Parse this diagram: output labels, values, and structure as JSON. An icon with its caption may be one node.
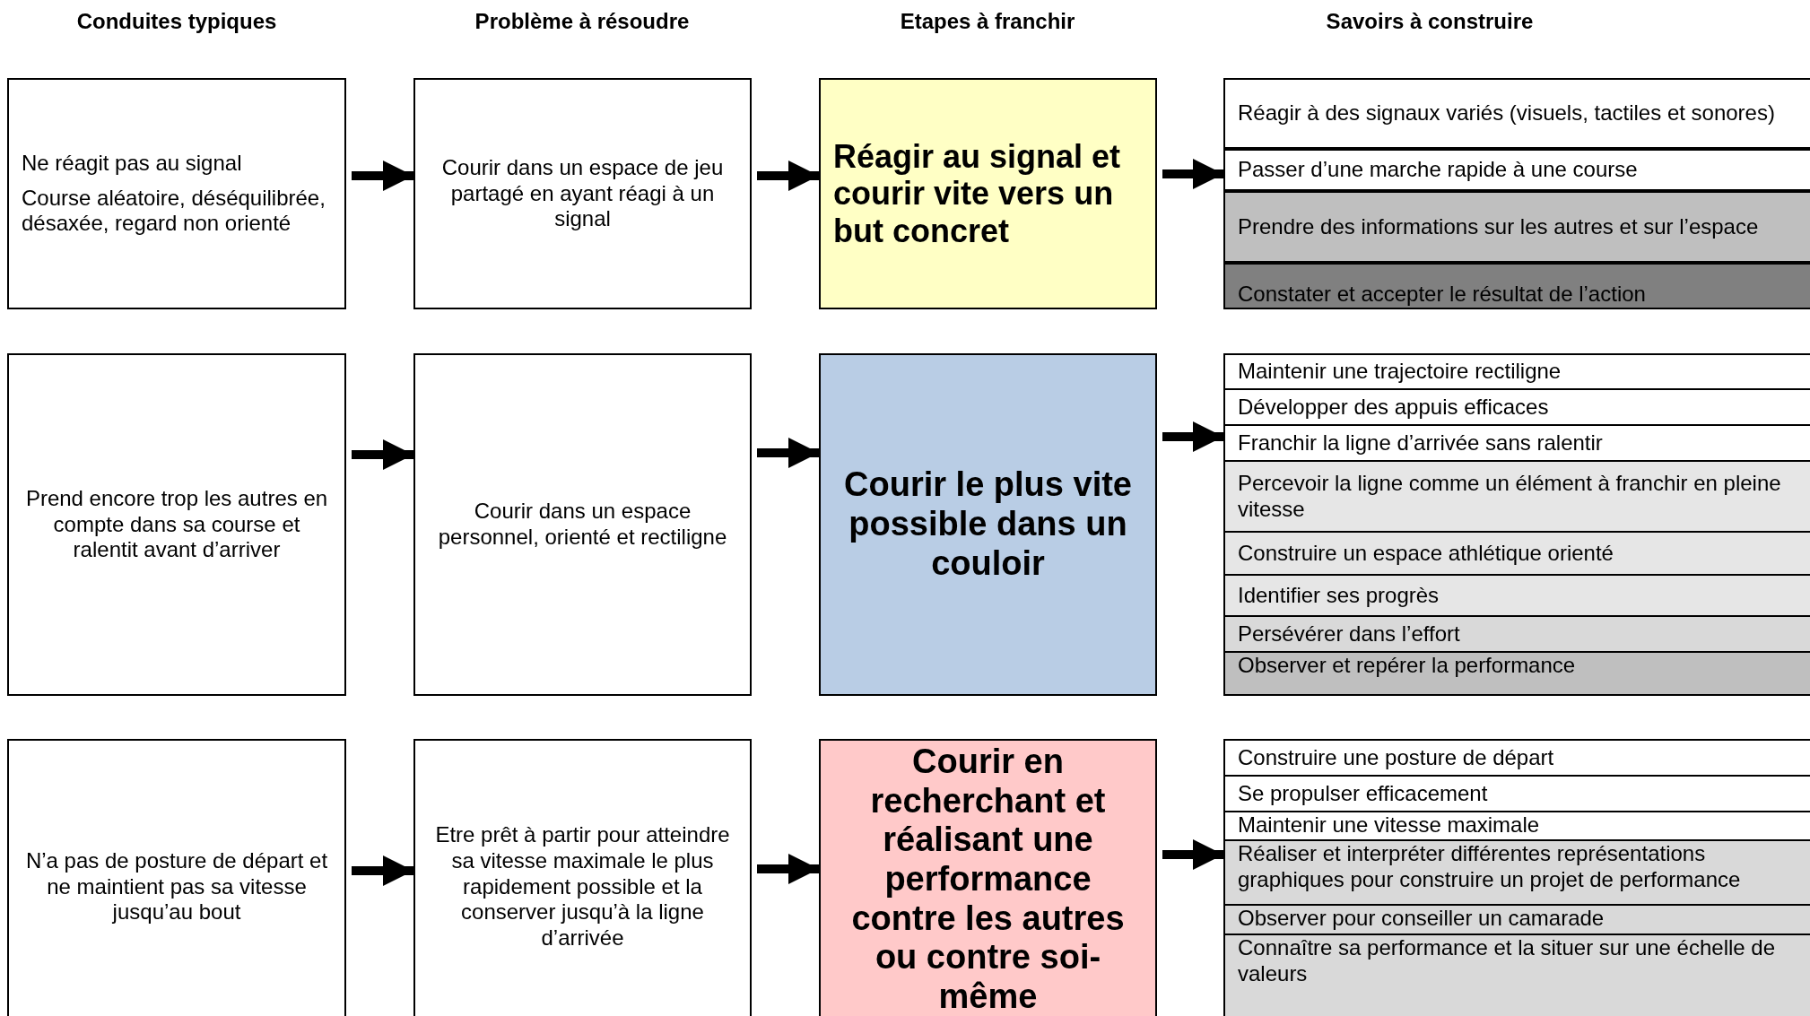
{
  "diagram": {
    "nodes": [
      {
        "text": [
          "Ne réagit pas au signal",
          "Course aléatoire, déséquilibrée, désaxée, regard non orienté"
        ]
      },
      {
        "text": [
          "Courir dans un espace de jeu partagé en ayant réagi à un signal"
        ]
      },
      {
        "text": [
          "Réagir au signal et courir vite vers un but concret"
        ]
      },
      {
        "text": [
          "Réagir à des signaux variés (visuels, tactiles et sonores)"
        ]
      },
      {
        "text": [
          "Passer d’une marche rapide à une course"
        ]
      },
      {
        "text": [
          "Prendre des informations sur les autres et sur l’espace"
        ]
      },
      {
        "text": [
          "Constater et accepter le résultat de l’action"
        ]
      },
      {
        "text": [
          "Prend encore trop les autres en compte dans sa course et ralentit avant d’arriver"
        ]
      },
      {
        "text": [
          "Courir dans un espace personnel, orienté et rectiligne"
        ]
      },
      {
        "text": [
          "Courir le plus vite possible dans un couloir"
        ]
      },
      {
        "text": [
          "Maintenir une trajectoire rectiligne"
        ]
      },
      {
        "text": [
          "Développer des appuis efficaces"
        ]
      },
      {
        "text": [
          "Franchir la ligne d’arrivée sans ralentir"
        ]
      },
      {
        "text": [
          "Percevoir la ligne comme un élément à franchir en pleine vitesse"
        ]
      },
      {
        "text": [
          "Construire un espace athlétique orienté"
        ]
      },
      {
        "text": [
          "Identifier ses progrès"
        ]
      },
      {
        "text": [
          "Persévérer dans l’effort"
        ]
      },
      {
        "text": [
          "Observer et repérer la performance"
        ]
      },
      {
        "text": [
          "N’a pas de posture de départ et ne maintient pas sa vitesse jusqu’au bout"
        ]
      },
      {
        "text": [
          "Etre prêt à partir pour atteindre sa vitesse maximale le plus rapidement possible et la conserver jusqu’à la ligne d’arrivée"
        ]
      },
      {
        "text": [
          "Courir en recherchant et réalisant une performance contre les autres ou contre soi-même"
        ]
      },
      {
        "text": [
          "Construire une posture de départ"
        ]
      },
      {
        "text": [
          "Se propulser efficacement"
        ]
      },
      {
        "text": [
          "Maintenir une vitesse maximale"
        ]
      },
      {
        "text": [
          "Réaliser et interpréter différentes représentations graphiques pour construire un projet de performance"
        ]
      },
      {
        "text": [
          "Observer pour conseiller un camarade"
        ]
      },
      {
        "text": [
          "Connaître sa  performance et la situer sur une échelle de valeurs"
        ]
      }
    ],
    "edges": [
      {
        "from": 0,
        "to": 1,
        "arrow": "to"
      },
      {
        "from": 1,
        "to": 2,
        "arrow": "to"
      },
      {
        "from": 2,
        "to": 4,
        "arrow": "to"
      },
      {
        "from": 7,
        "to": 8,
        "arrow": "to"
      },
      {
        "from": 8,
        "to": 9,
        "arrow": "to"
      },
      {
        "from": 9,
        "to": 12,
        "arrow": "to"
      },
      {
        "from": 18,
        "to": 19,
        "arrow": "to"
      },
      {
        "from": 19,
        "to": 20,
        "arrow": "to"
      },
      {
        "from": 20,
        "to": 24,
        "arrow": "to"
      }
    ],
    "labels": [
      "Conduites typiques",
      "Problème à résoudre",
      "Etapes à franchir",
      "Savoirs à construire"
    ]
  }
}
